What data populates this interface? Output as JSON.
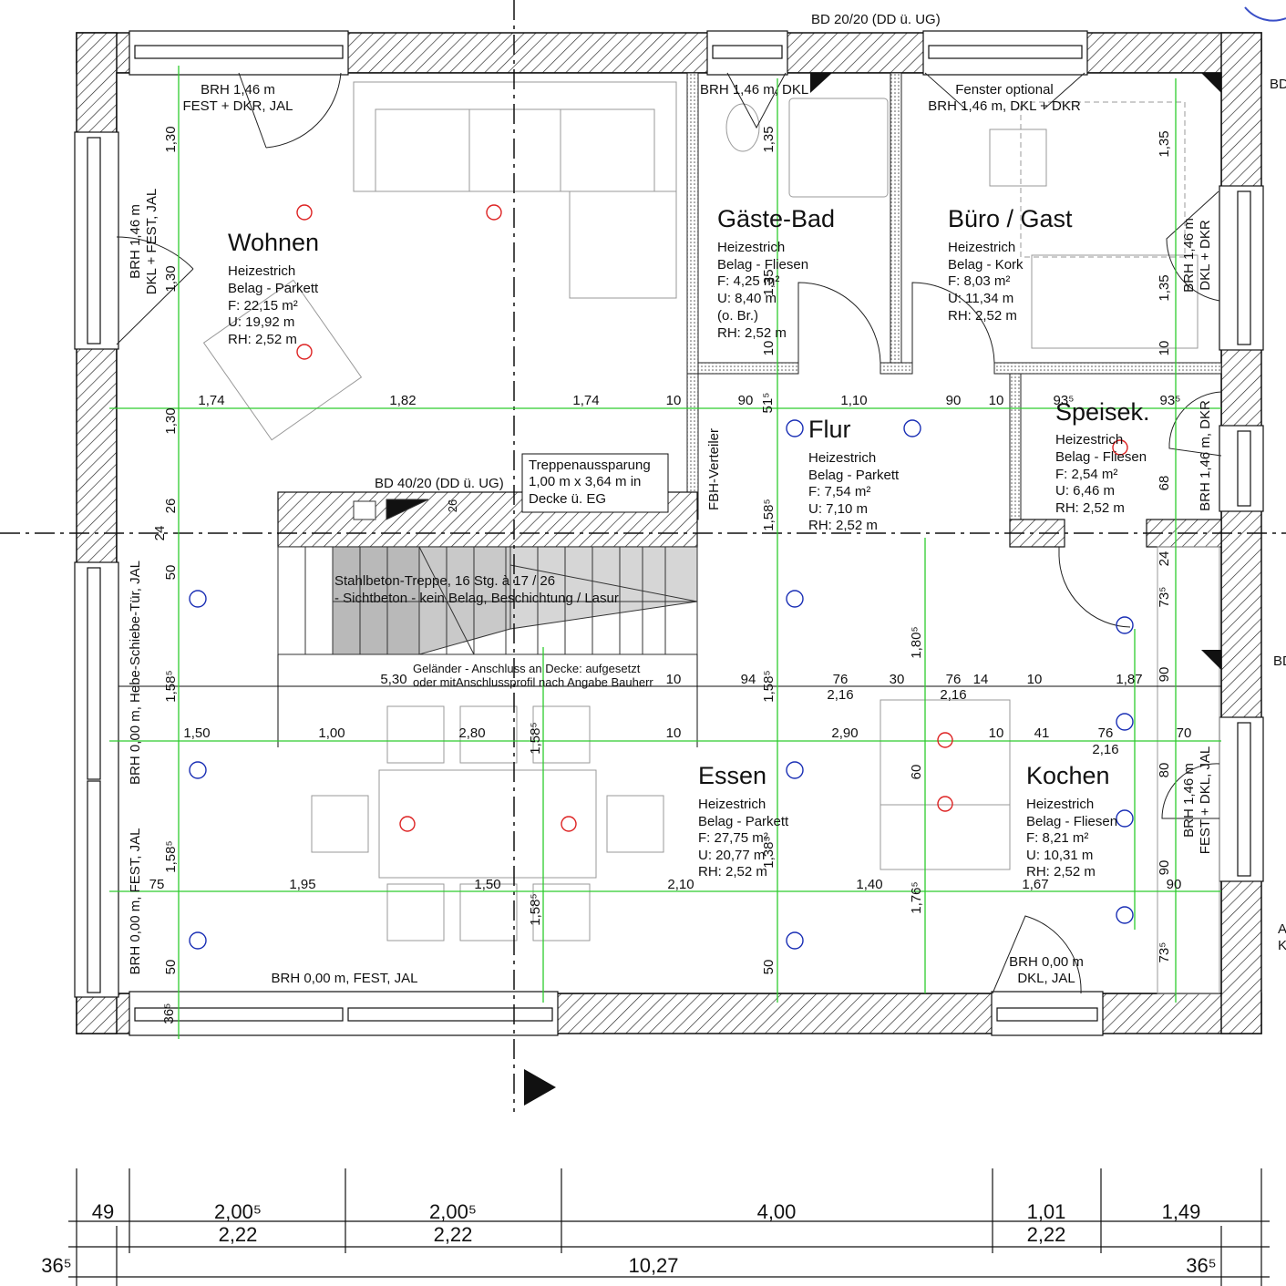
{
  "top_labels": {
    "bd_top": "BD 20/20 (DD ü. UG)",
    "bd_right_1": "BD",
    "bd_right_2": "BD",
    "right_clip_1": "A",
    "right_clip_2": "K"
  },
  "rooms": {
    "wohnen": {
      "name": "Wohnen",
      "floor": "Heizestrich",
      "finish": "Belag - Parkett",
      "area": "F: 22,15 m²",
      "perimeter": "U: 19,92 m",
      "height": "RH: 2,52 m"
    },
    "gaestebad": {
      "name": "Gäste-Bad",
      "floor": "Heizestrich",
      "finish": "Belag - Fliesen",
      "area": "F: 4,25 m²",
      "perimeter": "U: 8,40 m",
      "extra": "(o. Br.)",
      "height": "RH: 2,52 m"
    },
    "buero": {
      "name": "Büro / Gast",
      "floor": "Heizestrich",
      "finish": "Belag - Kork",
      "area": "F: 8,03 m²",
      "perimeter": "U: 11,34 m",
      "height": "RH: 2,52 m"
    },
    "flur": {
      "name": "Flur",
      "floor": "Heizestrich",
      "finish": "Belag - Parkett",
      "area": "F: 7,54 m²",
      "perimeter": "U: 7,10 m",
      "height": "RH: 2,52 m"
    },
    "speisek": {
      "name": "Speisek.",
      "floor": "Heizestrich",
      "finish": "Belag - Fliesen",
      "area": "F: 2,54 m²",
      "perimeter": "U: 6,46 m",
      "height": "RH: 2,52 m"
    },
    "essen": {
      "name": "Essen",
      "floor": "Heizestrich",
      "finish": "Belag - Parkett",
      "area": "F: 27,75 m²",
      "perimeter": "U: 20,77 m",
      "height": "RH: 2,52 m"
    },
    "kochen": {
      "name": "Kochen",
      "floor": "Heizestrich",
      "finish": "Belag - Fliesen",
      "area": "F: 8,21 m²",
      "perimeter": "U: 10,31 m",
      "height": "RH: 2,52 m"
    }
  },
  "windows": {
    "wohnen_top_1": "BRH 1,46 m",
    "wohnen_top_2": "FEST + DKR, JAL",
    "wohnen_left_1": "BRH 1,46 m",
    "wohnen_left_2": "DKL + FEST, JAL",
    "bad": "BRH 1,46 m, DKL",
    "buero_top_1": "Fenster optional",
    "buero_top_2": "BRH 1,46 m, DKL + DKR",
    "buero_right_1": "BRH 1,46 m",
    "buero_right_2": "DKL + DKR",
    "speise_right": "BRH 1,46 m, DKR",
    "essen_left": "BRH 0,00 m, Hebe-Schiebe-Tür, JAL",
    "essen_left_2": "BRH 0,00 m, FEST, JAL",
    "essen_bottom": "BRH 0,00 m, FEST, JAL",
    "kochen_bottom_1": "BRH 0,00 m",
    "kochen_bottom_2": "DKL, JAL",
    "kochen_right_1": "BRH 1,46 m",
    "kochen_right_2": "FEST + DKL, JAL"
  },
  "notes": {
    "treppe_1": "Treppenaussparung",
    "treppe_2": "1,00 m x 3,64 m in",
    "treppe_3": "Decke ü. EG",
    "bd_stair": "BD 40/20 (DD ü. UG)",
    "stair_1": "Stahlbeton-Treppe, 16 Stg. à 17 / 26",
    "stair_2": "- Sichtbeton - kein Belag, Beschichtung / Lasur",
    "rail_1": "Geländer - Anschluss an Decke: aufgesetzt",
    "rail_2": "oder mitAnschlussprofil nach Angabe Bauherr",
    "fbh": "FBH-Verteiler",
    "d26": "26"
  },
  "green_dims": {
    "r1": [
      "1,74",
      "1,82",
      "1,74",
      "10",
      "90",
      "1,10",
      "90",
      "10"
    ],
    "speise_l": "93⁵",
    "speise_r": "93⁵",
    "r1_51": "51⁵",
    "r2": [
      "1,50",
      "1,00",
      "2,80",
      "10",
      "2,90",
      "10",
      "41",
      "76",
      "70"
    ],
    "r2_216": "2,16",
    "r3": [
      "75",
      "1,95",
      "1,50",
      "2,10",
      "1,40",
      "1,67",
      "90"
    ],
    "v_left": [
      "1,30",
      "1,30",
      "1,30",
      "26",
      "24",
      "50",
      "1,58⁵",
      "1,58⁵",
      "50",
      "36⁵"
    ],
    "v_bad": [
      "1,35",
      "1,35",
      "10"
    ],
    "v_buero": [
      "1,35",
      "1,35",
      "10"
    ],
    "v_kitchen_r": [
      "68",
      "24",
      "73⁵",
      "90",
      "80",
      "90",
      "73⁵"
    ],
    "v_flur": [
      "1,58⁵",
      "1,58⁵",
      "1,38⁵",
      "50"
    ],
    "v_mid": [
      "1,58⁵",
      "1,58⁵"
    ],
    "v_k": [
      "1,80⁵",
      "60",
      "1,76⁵"
    ]
  },
  "black_dims": {
    "stair_row": [
      "5,30",
      "10",
      "94",
      "76",
      "30",
      "76",
      "14",
      "10",
      "1,87"
    ],
    "stair_216a": "2,16",
    "stair_216b": "2,16"
  },
  "bottom_dims": {
    "row1": [
      "49",
      "2,00⁵",
      "2,00⁵",
      "4,00",
      "1,01",
      "1,49"
    ],
    "row2": [
      "2,22",
      "2,22",
      "2,22"
    ],
    "row3": [
      "36⁵",
      "10,27",
      "36⁵"
    ]
  }
}
